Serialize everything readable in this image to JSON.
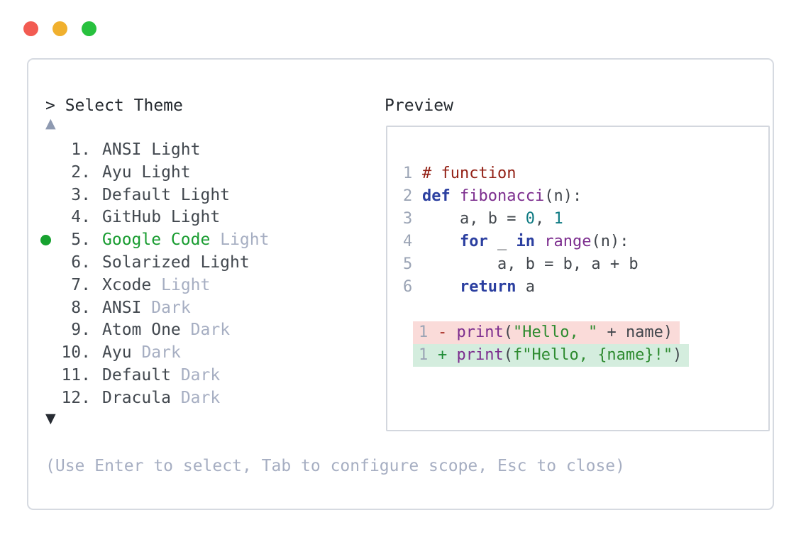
{
  "window": {
    "traffic_lights": [
      {
        "name": "close",
        "color": "#f25b52"
      },
      {
        "name": "minimize",
        "color": "#f0b02e"
      },
      {
        "name": "maximize",
        "color": "#28c13e"
      }
    ]
  },
  "picker": {
    "prompt": "> Select Theme",
    "scroll_up_symbol": "▲",
    "scroll_down_symbol": "▼",
    "items": [
      {
        "num": "1.",
        "name": "ANSI Light",
        "muted_suffix": "",
        "selected": false
      },
      {
        "num": "2.",
        "name": "Ayu Light",
        "muted_suffix": "",
        "selected": false
      },
      {
        "num": "3.",
        "name": "Default Light",
        "muted_suffix": "",
        "selected": false
      },
      {
        "num": "4.",
        "name": "GitHub Light",
        "muted_suffix": "",
        "selected": false
      },
      {
        "num": "5.",
        "name": "Google Code",
        "muted_suffix": "Light",
        "selected": true
      },
      {
        "num": "6.",
        "name": "Solarized Light",
        "muted_suffix": "",
        "selected": false
      },
      {
        "num": "7.",
        "name": "Xcode",
        "muted_suffix": "Light",
        "selected": false
      },
      {
        "num": "8.",
        "name": "ANSI",
        "muted_suffix": "Dark",
        "selected": false
      },
      {
        "num": "9.",
        "name": "Atom One",
        "muted_suffix": "Dark",
        "selected": false
      },
      {
        "num": "10.",
        "name": "Ayu",
        "muted_suffix": "Dark",
        "selected": false
      },
      {
        "num": "11.",
        "name": "Default",
        "muted_suffix": "Dark",
        "selected": false
      },
      {
        "num": "12.",
        "name": "Dracula",
        "muted_suffix": "Dark",
        "selected": false
      }
    ],
    "footer": "(Use Enter to select, Tab to configure scope, Esc to close)"
  },
  "preview": {
    "label": "Preview",
    "code_lines": [
      {
        "no": "1",
        "tokens": [
          {
            "t": "# function",
            "c": "comment"
          }
        ]
      },
      {
        "no": "2",
        "tokens": [
          {
            "t": "def",
            "c": "kw"
          },
          {
            "t": " ",
            "c": "plain"
          },
          {
            "t": "fibonacci",
            "c": "fn"
          },
          {
            "t": "(n):",
            "c": "plain"
          }
        ]
      },
      {
        "no": "3",
        "tokens": [
          {
            "t": "    a, b = ",
            "c": "plain"
          },
          {
            "t": "0",
            "c": "num"
          },
          {
            "t": ", ",
            "c": "plain"
          },
          {
            "t": "1",
            "c": "num"
          }
        ]
      },
      {
        "no": "4",
        "tokens": [
          {
            "t": "    ",
            "c": "plain"
          },
          {
            "t": "for",
            "c": "kw"
          },
          {
            "t": " _ ",
            "c": "plain"
          },
          {
            "t": "in",
            "c": "kw"
          },
          {
            "t": " ",
            "c": "plain"
          },
          {
            "t": "range",
            "c": "fn"
          },
          {
            "t": "(n):",
            "c": "plain"
          }
        ]
      },
      {
        "no": "5",
        "tokens": [
          {
            "t": "        a, b = b, a + b",
            "c": "plain"
          }
        ]
      },
      {
        "no": "6",
        "tokens": [
          {
            "t": "    ",
            "c": "plain"
          },
          {
            "t": "return",
            "c": "kw"
          },
          {
            "t": " a",
            "c": "plain"
          }
        ]
      }
    ],
    "diff_lines": [
      {
        "no": "1",
        "kind": "minus",
        "tokens": [
          {
            "t": "-",
            "c": "dminus"
          },
          {
            "t": " ",
            "c": "plain"
          },
          {
            "t": "print",
            "c": "fn"
          },
          {
            "t": "(",
            "c": "plain"
          },
          {
            "t": "\"Hello, \"",
            "c": "str"
          },
          {
            "t": " + name)",
            "c": "plain"
          }
        ]
      },
      {
        "no": "1",
        "kind": "plus",
        "tokens": [
          {
            "t": "+",
            "c": "dplus"
          },
          {
            "t": " ",
            "c": "plain"
          },
          {
            "t": "print",
            "c": "fn"
          },
          {
            "t": "(",
            "c": "plain"
          },
          {
            "t": "f\"Hello, {name}!\"",
            "c": "str"
          },
          {
            "t": ")",
            "c": "plain"
          }
        ]
      }
    ]
  },
  "colors": {
    "prompt": "#24292f",
    "item": "#42484f",
    "muted": "#a6aec2",
    "selected": "#189c30",
    "dot": "#17a22f",
    "scroll_up": "#8e9ab1",
    "scroll_down": "#272c33",
    "panel_border": "#d6dae1",
    "box_border": "#d3d7de",
    "line_number": "#9ba4b5",
    "code_plain": "#42474d",
    "comment": "#921f14",
    "keyword": "#2b3fa0",
    "function": "#7c2d8e",
    "number": "#0e7a82",
    "string": "#2e8b30",
    "diff_minus_sign": "#a3241c",
    "diff_plus_sign": "#1d8a34",
    "diff_minus_bg": "#fadbd9",
    "diff_plus_bg": "#d4edde"
  }
}
